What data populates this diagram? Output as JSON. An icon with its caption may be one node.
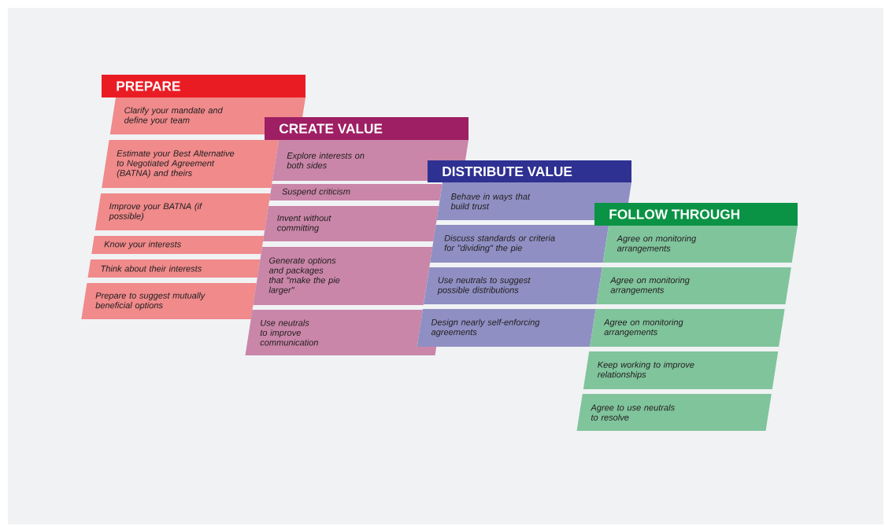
{
  "diagram": {
    "nodes": [
      {
        "text": [
          "PREPARE"
        ]
      },
      {
        "text": [
          "Clarify your mandate and define your team"
        ]
      },
      {
        "text": [
          "Estimate your Best Alternative to Negotiated Agreement (BATNA) and theirs"
        ]
      },
      {
        "text": [
          "Improve your BATNA (if possible)"
        ]
      },
      {
        "text": [
          "Know your interests"
        ]
      },
      {
        "text": [
          "Think about their interests"
        ]
      },
      {
        "text": [
          "Prepare to suggest mutually beneficial options"
        ]
      },
      {
        "text": [
          "CREATE VALUE"
        ]
      },
      {
        "text": [
          "Explore interests on both sides"
        ]
      },
      {
        "text": [
          "Suspend criticism"
        ]
      },
      {
        "text": [
          "Invent without committing"
        ]
      },
      {
        "text": [
          "Generate options and packages that \"make the pie larger\""
        ]
      },
      {
        "text": [
          "Use neutrals to improve communication"
        ]
      },
      {
        "text": [
          "DISTRIBUTE VALUE"
        ]
      },
      {
        "text": [
          "Behave in ways that build trust"
        ]
      },
      {
        "text": [
          "Discuss standards or criteria for \"dividing\" the pie"
        ]
      },
      {
        "text": [
          "Use neutrals to suggest possible distributions"
        ]
      },
      {
        "text": [
          "Design nearly self-enforcing agreements"
        ]
      },
      {
        "text": [
          "FOLLOW THROUGH"
        ]
      },
      {
        "text": [
          "Agree on monitoring arrangements"
        ]
      },
      {
        "text": [
          "Agree on monitoring arrangements"
        ]
      },
      {
        "text": [
          "Agree on monitoring arrangements"
        ]
      },
      {
        "text": [
          "Keep working to improve relationships"
        ]
      },
      {
        "text": [
          "Agree to use neutrals to resolve"
        ]
      }
    ]
  }
}
